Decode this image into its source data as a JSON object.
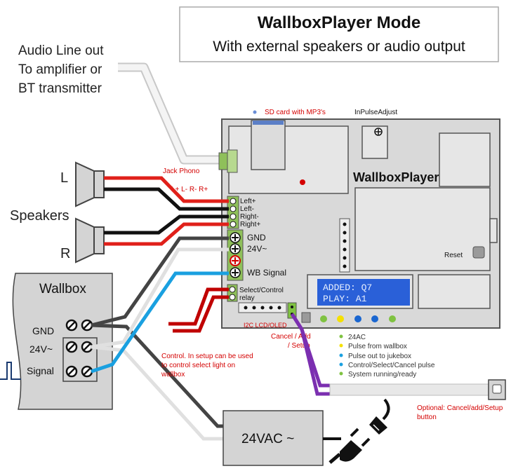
{
  "title": {
    "main": "WallboxPlayer Mode",
    "sub": "With external speakers or audio output"
  },
  "audio_out": [
    "Audio Line out",
    "To amplifier or",
    "BT transmitter"
  ],
  "speakers": {
    "left": "L",
    "label": "Speakers",
    "right": "R"
  },
  "board": {
    "name": "WallboxPlayer",
    "sd_card": "SD card with MP3's",
    "inpulse": "InPulseAdjust",
    "reset": "Reset",
    "jack": "Jack Phono",
    "speaker_terminals": "L+ L- R- R+",
    "pins": [
      "Left+",
      "Left-",
      "Right-",
      "Right+"
    ],
    "power_pins": [
      "GND",
      "24V~",
      "WB Signal"
    ],
    "relay": [
      "Select/Control",
      "relay"
    ],
    "i2c": "I2C LCD/OLED",
    "cancel": [
      "Cancel / Add",
      "/ Setup"
    ],
    "lcd": [
      "ADDED: Q7",
      "PLAY: A1"
    ]
  },
  "legend": [
    {
      "label": "24AC",
      "color": "#7fc241"
    },
    {
      "label": "Pulse from wallbox",
      "color": "#f5e000"
    },
    {
      "label": "Pulse out to jukebox",
      "color": "#1aa0e0"
    },
    {
      "label": "Control/Select/Cancel pulse",
      "color": "#1aa0e0"
    },
    {
      "label": "System running/ready",
      "color": "#7fc241"
    }
  ],
  "leds": [
    "#7fc241",
    "#f5e000",
    "#1a66d0",
    "#1a66d0",
    "#7fc241"
  ],
  "wallbox": {
    "title": "Wallbox",
    "gnd": "GND",
    "v24": "24V~",
    "signal": "Signal"
  },
  "control_note": [
    "Control. In setup can be used",
    "to control select light  on",
    "wallbox"
  ],
  "optional": [
    "Optional: Cancel/add/Setup",
    "button"
  ],
  "psu": "24VAC ~"
}
